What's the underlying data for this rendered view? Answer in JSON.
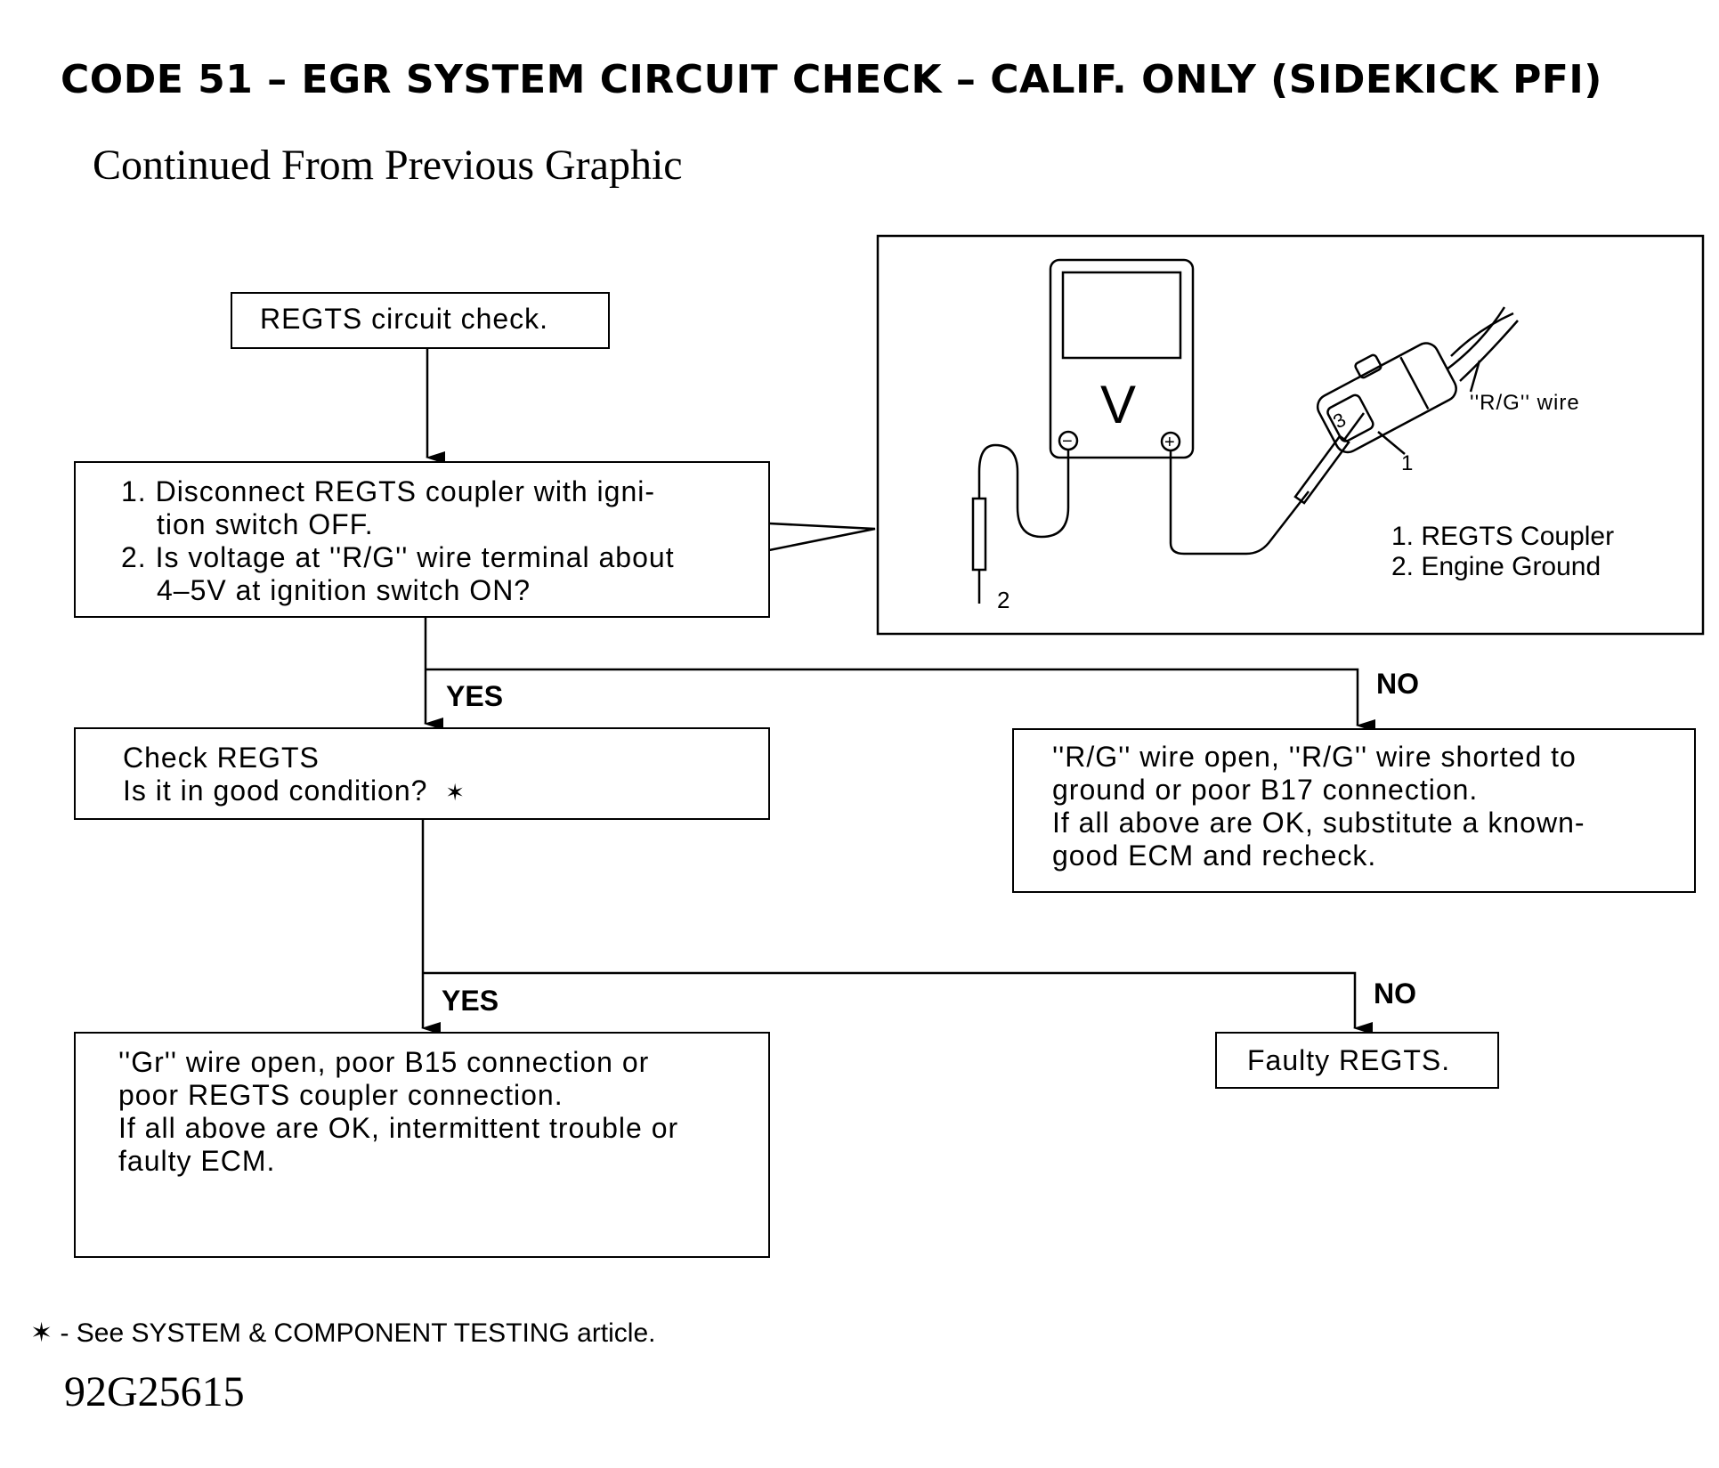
{
  "header": {
    "title": "CODE 51 – EGR SYSTEM CIRCUIT CHECK – CALIF. ONLY (SIDEKICK PFI)",
    "subtitle": "Continued From Previous Graphic"
  },
  "flowchart": {
    "start": "REGTS circuit check.",
    "step1": {
      "line1": "1. Disconnect REGTS coupler with igni-",
      "line2": "tion switch OFF.",
      "line3": "2. Is voltage at ''R/G'' wire terminal about",
      "line4": "4–5V at ignition switch ON?"
    },
    "step2": {
      "line1": "Check REGTS",
      "line2": "Is it in good condition?",
      "marker": "✶"
    },
    "no1": {
      "line1": "''R/G'' wire open, ''R/G'' wire shorted to",
      "line2": "ground or poor B17 connection.",
      "line3": "If all above are OK, substitute a known-",
      "line4": "good ECM and recheck."
    },
    "yes2": {
      "line1": "''Gr'' wire open, poor B15 connection or",
      "line2": "poor REGTS coupler connection.",
      "line3": "If all above are OK, intermittent trouble or",
      "line4": "faulty ECM."
    },
    "no2": "Faulty REGTS.",
    "yes_label": "YES",
    "no_label": "NO"
  },
  "illustration": {
    "meter_symbol": "V",
    "minus": "−",
    "plus": "+",
    "wire_label": "''R/G'' wire",
    "callout_1": "1",
    "callout_2": "2",
    "legend_1": "1. REGTS Coupler",
    "legend_2": "2. Engine Ground",
    "coupler_text": "3"
  },
  "footnote": "✶ - See SYSTEM  & COMPONENT TESTING article.",
  "figure_id": "92G25615"
}
